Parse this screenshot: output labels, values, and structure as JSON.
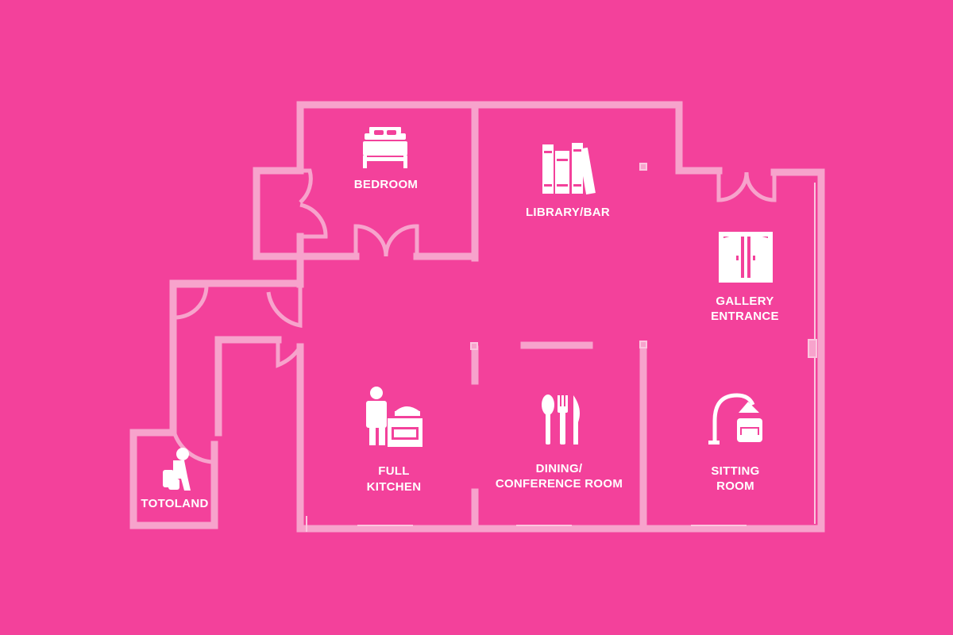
{
  "colors": {
    "background": "#f3419b",
    "walls": "#f7a3cc",
    "wall_detail": "#fbc6df",
    "icons": "#ffffff"
  },
  "rooms": {
    "bedroom": {
      "label": "BEDROOM",
      "icon": "bed-icon"
    },
    "library": {
      "label": "LIBRARY/BAR",
      "icon": "books-icon"
    },
    "gallery": {
      "line1": "GALLERY",
      "line2": "ENTRANCE",
      "icon": "double-door-icon"
    },
    "kitchen": {
      "line1": "FULL",
      "line2": "KITCHEN",
      "icon": "chef-icon"
    },
    "dining": {
      "line1": "DINING/",
      "line2": "CONFERENCE ROOM",
      "icon": "cutlery-icon"
    },
    "sitting": {
      "line1": "SITTING",
      "line2": "ROOM",
      "icon": "lamp-armchair-icon"
    },
    "totoland": {
      "label": "TOTOLAND",
      "icon": "toilet-icon"
    }
  }
}
